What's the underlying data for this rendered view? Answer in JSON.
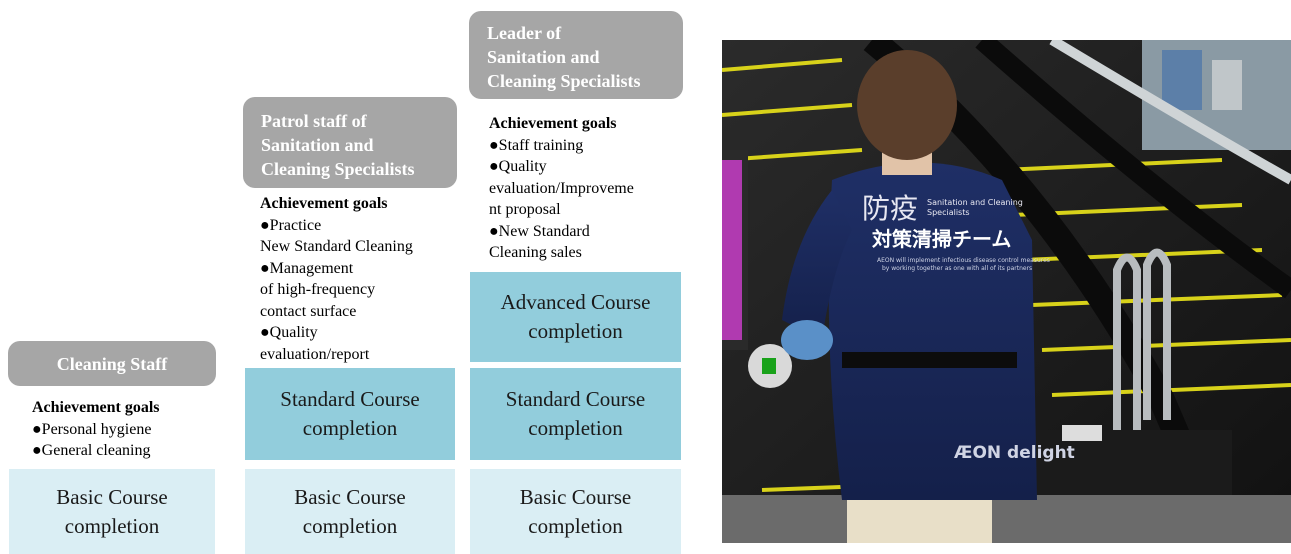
{
  "columns": [
    {
      "role": "Cleaning Staff",
      "goals_title": "Achievement goals",
      "goals": [
        "●Personal hygiene",
        "●General cleaning"
      ],
      "courses": [
        "Basic Course\ncompletion"
      ]
    },
    {
      "role": "Patrol staff of\nSanitation and\nCleaning Specialists",
      "goals_title": "Achievement goals",
      "goals": [
        "●Practice\nNew Standard Cleaning",
        "●Management\nof high-frequency\ncontact surface",
        "●Quality\nevaluation/report"
      ],
      "courses": [
        "Standard Course\ncompletion",
        "Basic Course\ncompletion"
      ]
    },
    {
      "role": "Leader of\nSanitation and\nCleaning Specialists",
      "goals_title": "Achievement goals",
      "goals": [
        "●Staff training",
        "●Quality\nevaluation/Improveme\nnt proposal",
        "●New Standard\nCleaning sales"
      ],
      "courses": [
        "Advanced Course\ncompletion",
        "Standard Course\ncompletion",
        "Basic Course\ncompletion"
      ]
    }
  ],
  "photo": {
    "shirt_text_jp_1": "防疫",
    "shirt_text_en": "Sanitation and Cleaning Specialists",
    "shirt_text_jp_2": "対策清掃チーム",
    "shirt_small_text": "AEON will implement infectious disease control measures by working together as one with all of its partners",
    "shirt_logo": "ÆON delight"
  },
  "colors": {
    "role_bg": "#a6a6a6",
    "basic": "#daeef4",
    "advanced": "#92cddc"
  }
}
